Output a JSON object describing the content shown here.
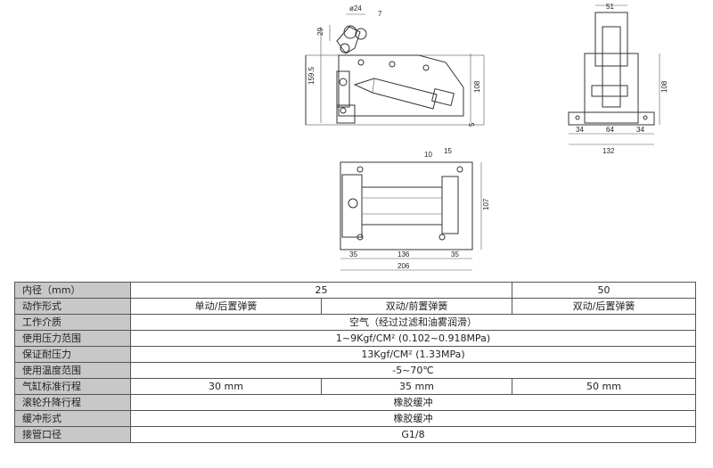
{
  "drawing": {
    "side_view_dims": [
      "ø24",
      "7",
      "29",
      "159.5",
      "108",
      "5"
    ],
    "end_view_dims": [
      "51",
      "108",
      "34",
      "64",
      "34",
      "132"
    ],
    "top_view_dims": [
      "10",
      "15",
      "107",
      "35",
      "136",
      "35",
      "206"
    ]
  },
  "table": {
    "rows": [
      {
        "label": "内径（mm）",
        "cells": [
          "25",
          "50"
        ]
      },
      {
        "label": "动作形式",
        "cells": [
          "单动/后置弹簧",
          "双动/前置弹簧",
          "双动/后置弹簧"
        ]
      },
      {
        "label": "工作介质",
        "cells": [
          "空气（经过过滤和油雾润滑）"
        ]
      },
      {
        "label": "使用压力范围",
        "cells": [
          "1~9Kgf/CM² (0.102~0.918MPa)"
        ]
      },
      {
        "label": "保证耐压力",
        "cells": [
          "13Kgf/CM² (1.33MPa)"
        ]
      },
      {
        "label": "使用温度范围",
        "cells": [
          "-5~70℃"
        ]
      },
      {
        "label": "气缸标准行程",
        "cells": [
          "30 mm",
          "35 mm",
          "50 mm"
        ]
      },
      {
        "label": "滚轮升降行程",
        "cells": [
          "橡胶缓冲"
        ]
      },
      {
        "label": "缓冲形式",
        "cells": [
          "橡胶缓冲"
        ]
      },
      {
        "label": "接管口径",
        "cells": [
          "G1/8"
        ]
      }
    ]
  }
}
